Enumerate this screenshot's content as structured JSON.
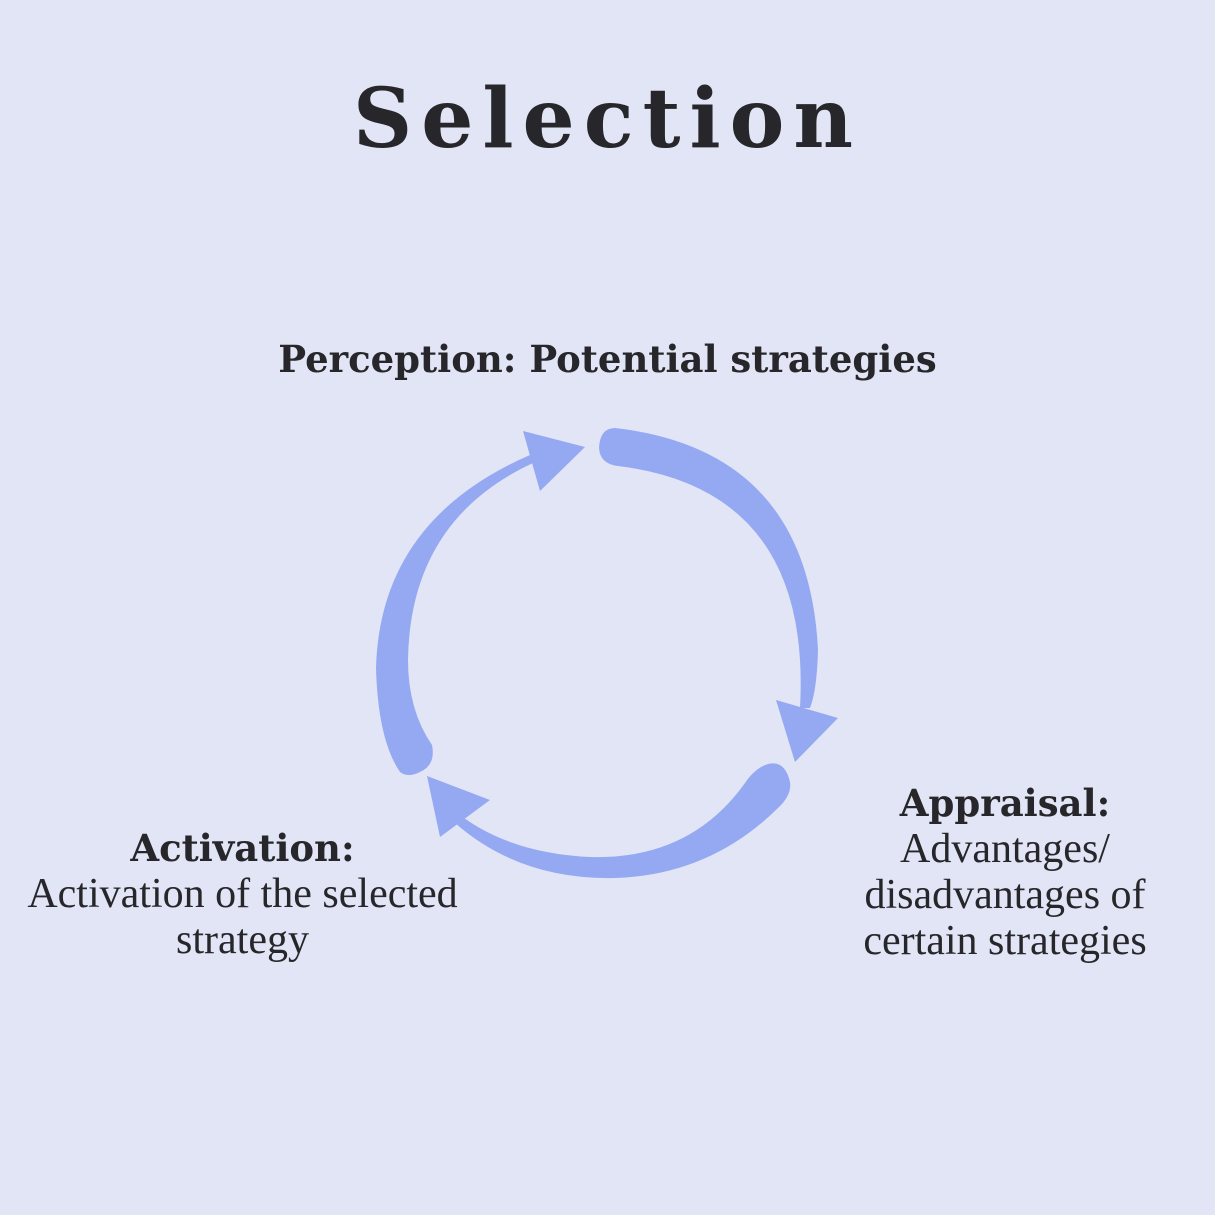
{
  "title": "Selection",
  "colors": {
    "background": "#e1e5f5",
    "arrow": "#95a9f2",
    "text": "#27272b"
  },
  "cycle": {
    "direction": "clockwise",
    "stages": [
      {
        "id": "perception",
        "heading": "Perception: Potential strategies",
        "text": ""
      },
      {
        "id": "appraisal",
        "heading": "Appraisal:",
        "text": "Advantages/\ndisadvantages of\ncertain strategies"
      },
      {
        "id": "activation",
        "heading": "Activation:",
        "text": "Activation of the selected\nstrategy"
      }
    ]
  }
}
